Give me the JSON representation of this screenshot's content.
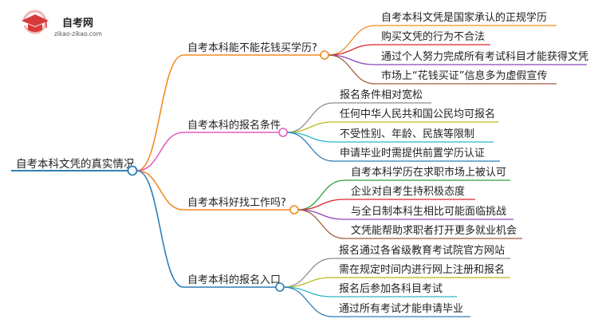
{
  "logo": {
    "title": "自考网",
    "url": "zikao-zikao.com",
    "colors": {
      "primary": "#d83a3a",
      "accent": "#f2b2b2"
    }
  },
  "mindmap": {
    "root": {
      "label": "自考本科文凭的真实情况",
      "color": "#2e7fb8"
    },
    "branches": [
      {
        "label": "自考本科能不能花钱买学历?",
        "color": "#f28a22",
        "children": [
          {
            "label": "自考本科文凭是国家承认的正规学历",
            "color": "#f28a22"
          },
          {
            "label": "购买文凭的行为不合法",
            "color": "#d9262c"
          },
          {
            "label": "通过个人努力完成所有考试科目才能获得文凭",
            "color": "#8c45b7"
          },
          {
            "label": "市场上“花钱买证”信息多为虚假宣传",
            "color": "#a05a3c"
          }
        ]
      },
      {
        "label": "自考本科的报名条件",
        "color": "#e55fbf",
        "children": [
          {
            "label": "报名条件相对宽松",
            "color": "#8c8c8c"
          },
          {
            "label": "任何中华人民共和国公民均可报名",
            "color": "#b6b822"
          },
          {
            "label": "不受性别、年龄、民族等限制",
            "color": "#2bb6c7"
          },
          {
            "label": "申请毕业时需提供前置学历认证",
            "color": "#2e7fb8"
          }
        ]
      },
      {
        "label": "自考本科好找工作吗?",
        "color": "#f28a22",
        "children": [
          {
            "label": "自考本科学历在求职市场上被认可",
            "color": "#2e9e3c"
          },
          {
            "label": "企业对自考生持积极态度",
            "color": "#d9262c"
          },
          {
            "label": "与全日制本科生相比可能面临挑战",
            "color": "#8c45b7"
          },
          {
            "label": "文凭能帮助求职者打开更多就业机会",
            "color": "#a05a3c"
          }
        ]
      },
      {
        "label": "自考本科的报名入口",
        "color": "#2e7fb8",
        "children": [
          {
            "label": "报名通过各省级教育考试院官方网站",
            "color": "#8c8c8c"
          },
          {
            "label": "需在规定时间内进行网上注册和报名",
            "color": "#b6b822"
          },
          {
            "label": "报名后参加各科目考试",
            "color": "#2bb6c7"
          },
          {
            "label": "通过所有考试才能申请毕业",
            "color": "#2e7fb8"
          }
        ]
      }
    ]
  }
}
